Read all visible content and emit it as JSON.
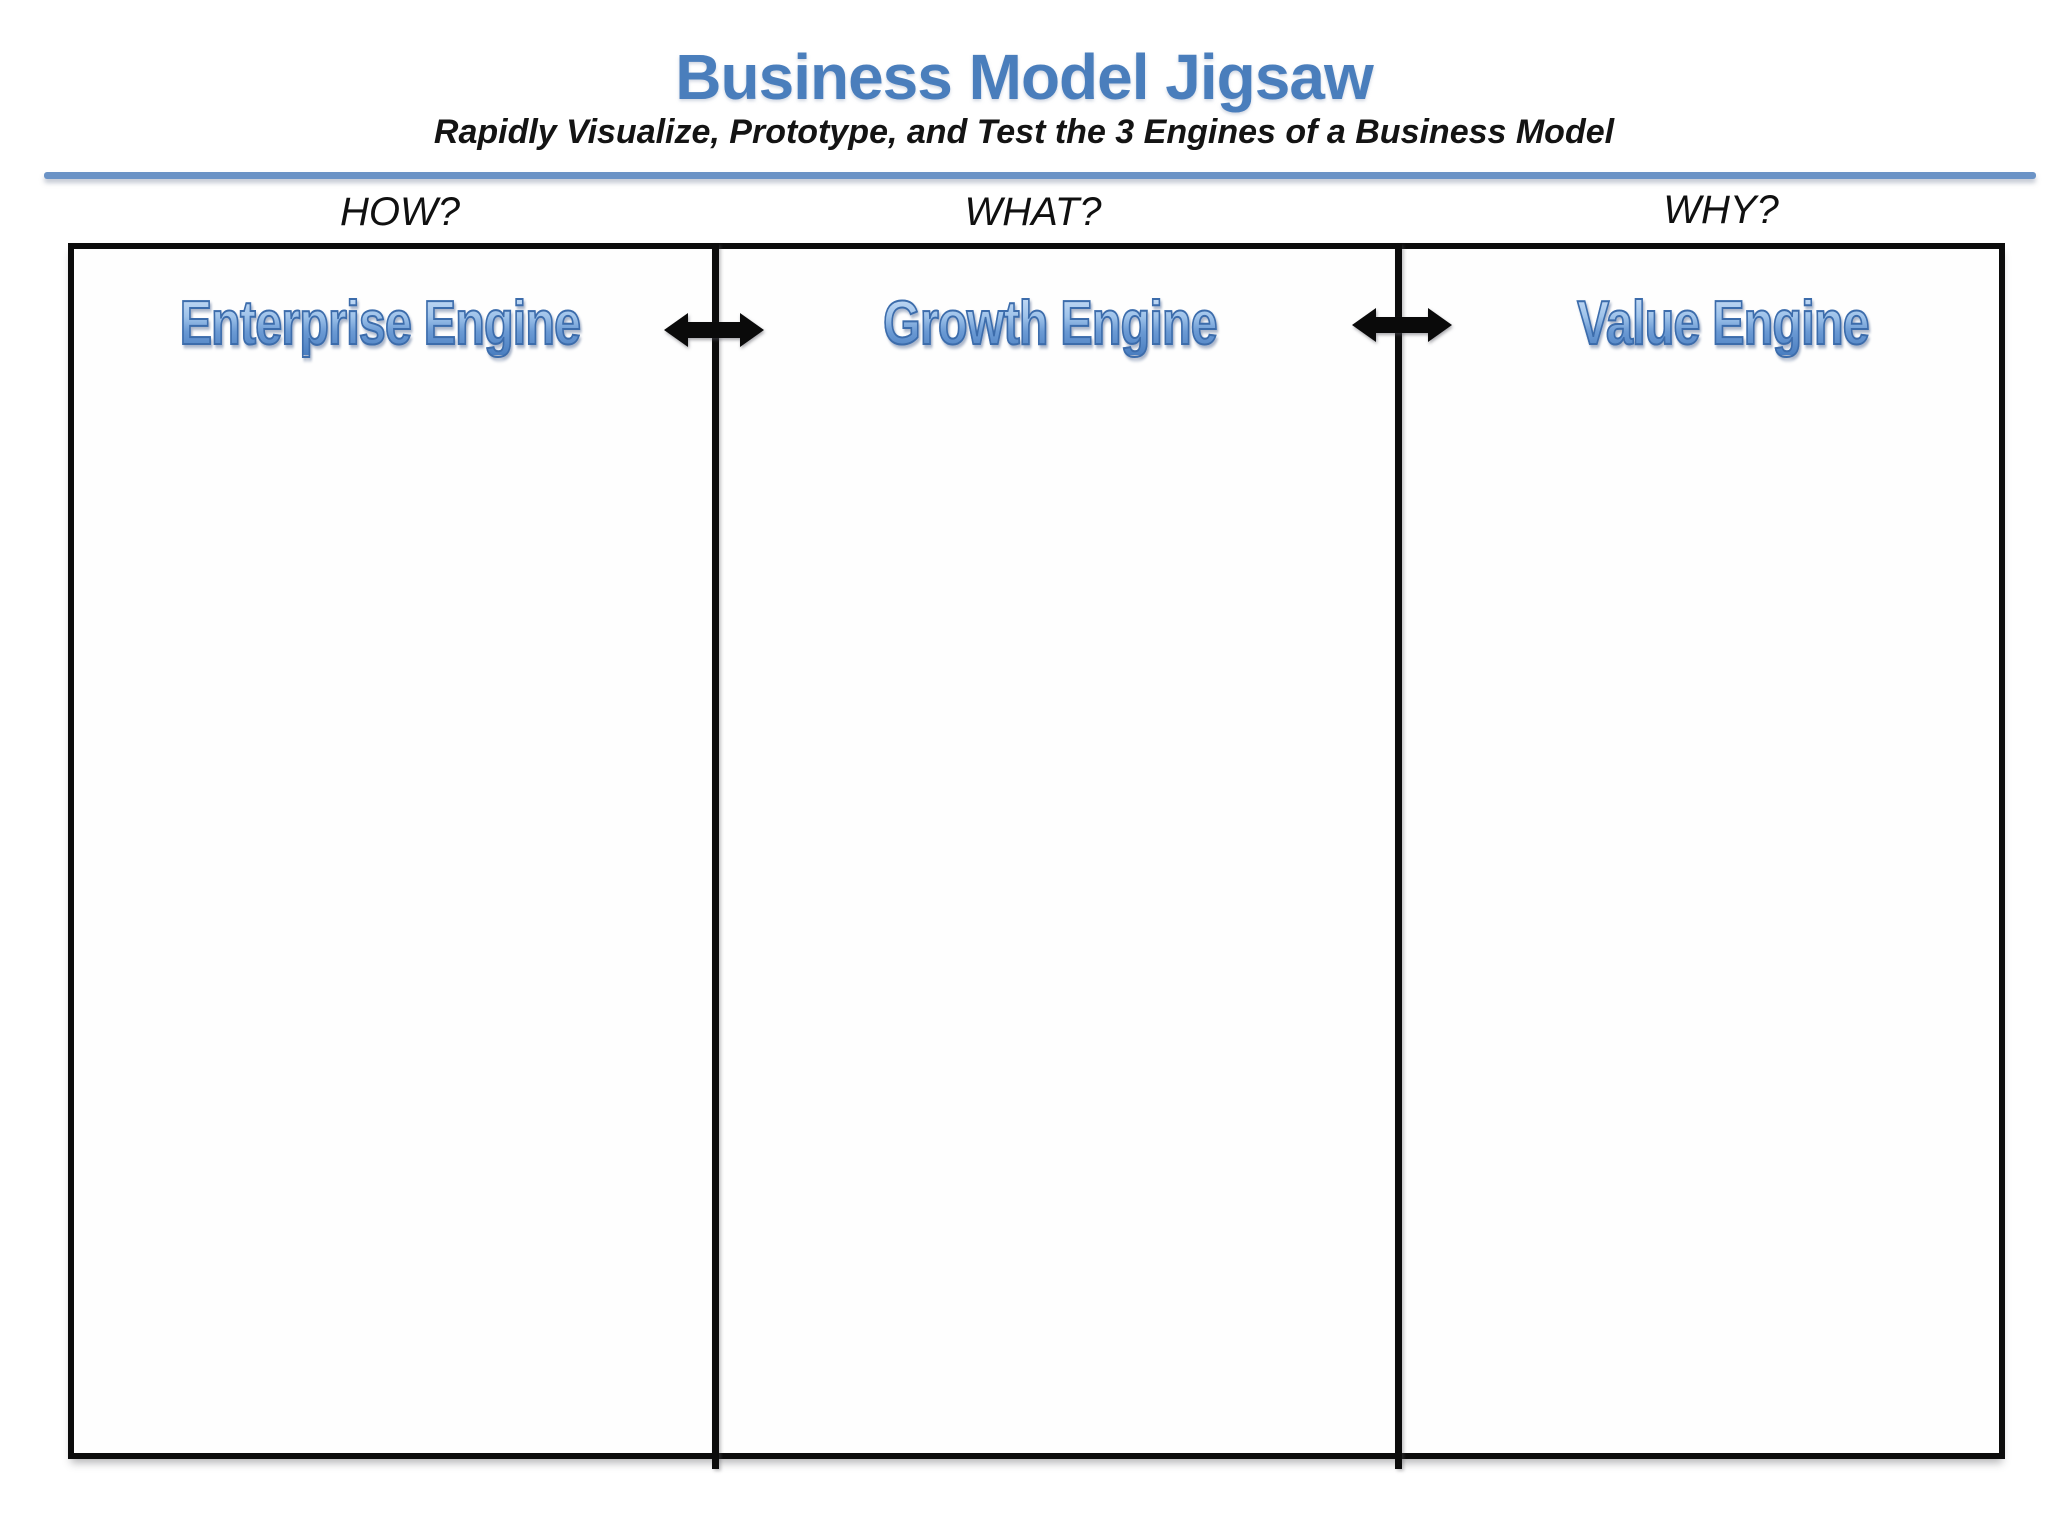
{
  "header": {
    "title": "Business Model Jigsaw",
    "subtitle": "Rapidly Visualize, Prototype, and Test the 3 Engines of a Business Model"
  },
  "columns": [
    {
      "question": "HOW?",
      "engine": "Enterprise Engine"
    },
    {
      "question": "WHAT?",
      "engine": "Growth Engine"
    },
    {
      "question": "WHY?",
      "engine": "Value Engine"
    }
  ],
  "icons": {
    "connector_1": "double-headed-arrow",
    "connector_2": "double-headed-arrow"
  },
  "colors": {
    "accent_blue": "#4a7ebc",
    "rule_blue": "#6b93c6",
    "wordart_gradient_top": "#cadff7",
    "wordart_gradient_bottom": "#4a7ec0",
    "wordart_outline": "#3c6cab",
    "frame_black": "#0c0c0c",
    "background": "#ffffff"
  }
}
